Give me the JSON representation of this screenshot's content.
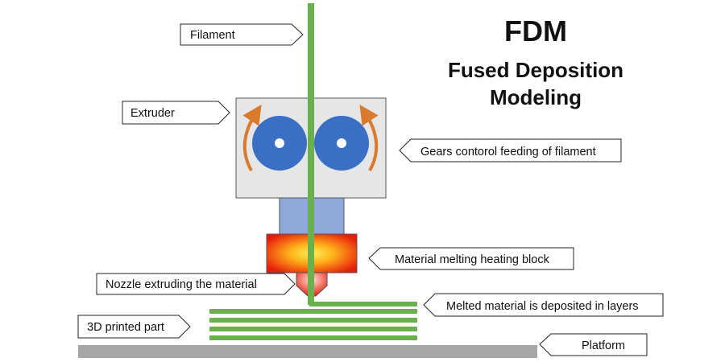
{
  "title": {
    "main": "FDM",
    "line1": "Fused Deposition",
    "line2": "Modeling"
  },
  "labels": {
    "filament": "Filament",
    "extruder": "Extruder",
    "gears": "Gears contorol feeding of filament",
    "heating_block": "Material melting heating block",
    "nozzle": "Nozzle extruding the material",
    "deposited": "Melted material is deposited in layers",
    "printed_part": "3D printed part",
    "platform": "Platform"
  },
  "colors": {
    "filament": "#6ab04c",
    "gear": "#3a6fc4",
    "arrow": "#d97a2c",
    "extruder_body": "#e6e6e6",
    "feed_tube": "#8fa8d9",
    "heat_core": "#ffe84a",
    "heat_edge": "#e81c0c",
    "platform": "#a6a6a6"
  }
}
